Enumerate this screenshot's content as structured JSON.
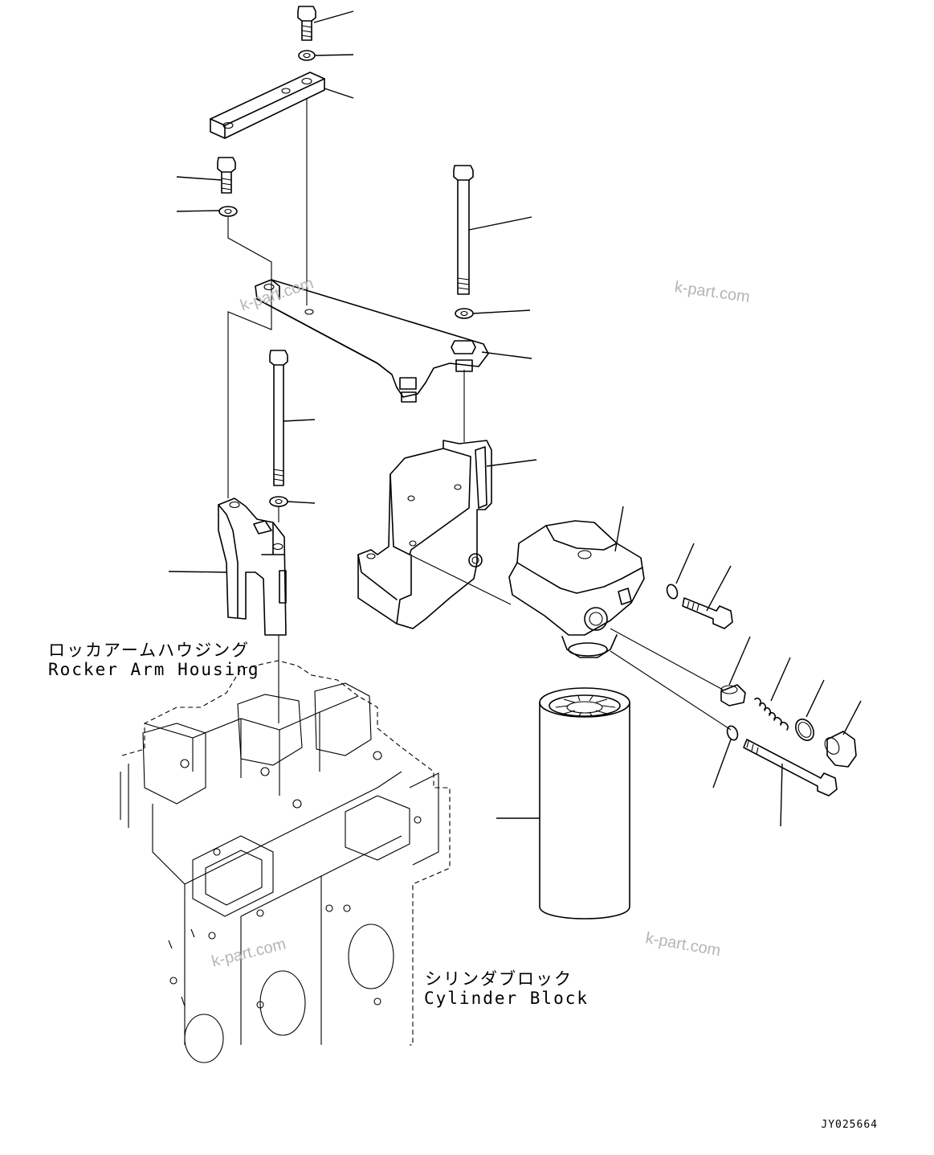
{
  "labels": {
    "rocker_arm_housing": {
      "jp": "ロッカアームハウジング",
      "en": "Rocker Arm Housing"
    },
    "cylinder_block": {
      "jp": "シリンダブロック",
      "en": "Cylinder Block"
    }
  },
  "watermark": "k-part.com",
  "drawing_id": "JY025664",
  "colors": {
    "line": "#000000",
    "watermark": "#b5b5b5",
    "background": "#ffffff"
  }
}
